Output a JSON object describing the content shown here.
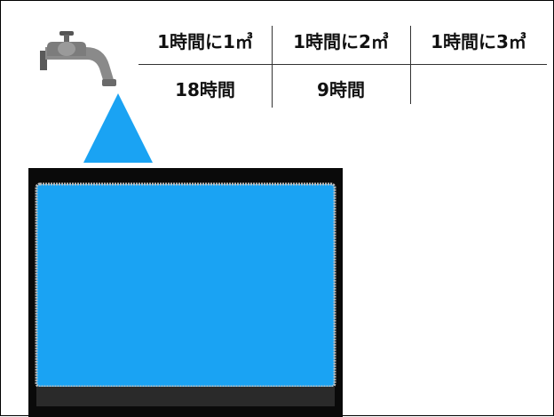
{
  "table": {
    "headers": [
      "1時間に1㎥",
      "1時間に2㎥",
      "1時間に3㎥"
    ],
    "values": [
      "18時間",
      "9時間",
      ""
    ]
  },
  "colors": {
    "water": "#1aa3f3",
    "tank_frame": "#0a0a0a",
    "faucet_body": "#8a8a8a"
  },
  "icons": [
    "faucet-icon",
    "water-stream",
    "water-tank"
  ]
}
